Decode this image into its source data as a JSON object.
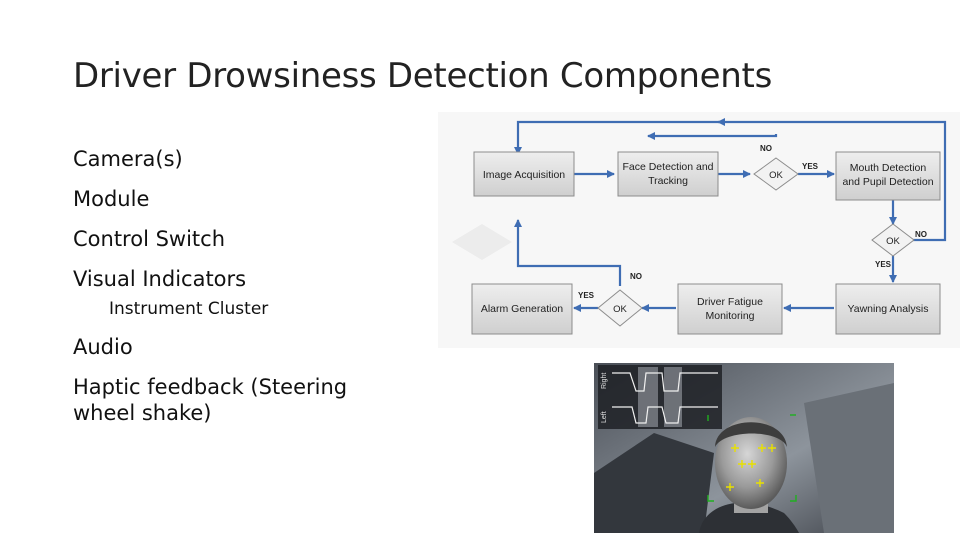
{
  "slide": {
    "title": "Driver Drowsiness Detection Components",
    "bullets": [
      "Camera(s)",
      "Module",
      "Control Switch",
      "Visual Indicators"
    ],
    "sub_bullet": "Instrument Cluster",
    "bullets_after": [
      "Audio",
      "Haptic feedback (Steering wheel shake)"
    ]
  },
  "diagram": {
    "boxes": {
      "image_acquisition": "Image Acquisition",
      "face_detection_l1": "Face Detection and",
      "face_detection_l2": "Tracking",
      "mouth_detection_l1": "Mouth Detection",
      "mouth_detection_l2": "and Pupil Detection",
      "alarm_generation": "Alarm Generation",
      "fatigue_l1": "Driver Fatigue",
      "fatigue_l2": "Monitoring",
      "yawning_analysis": "Yawning Analysis"
    },
    "decisions": {
      "ok": "OK"
    },
    "edge_labels": {
      "yes": "YES",
      "no": "NO"
    },
    "colors": {
      "arrow": "#3f6db3",
      "box_fill": "#dcdcdc",
      "box_stroke": "#8c8c8c"
    }
  },
  "photo": {
    "signal_labels": {
      "right": "Right",
      "left": "Left"
    },
    "marker_color": "#e8e000",
    "corner_color": "#20b020"
  }
}
